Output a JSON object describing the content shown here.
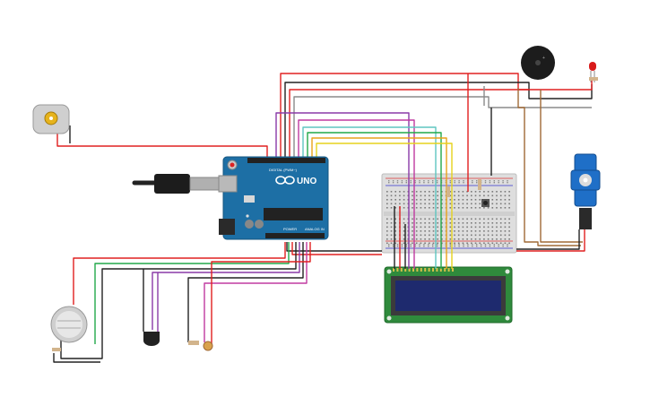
{
  "arduino": {
    "brand": "UNO",
    "digital_label": "DIGITAL (PWM~)",
    "power_label": "POWER",
    "analog_label": "ANALOG IN"
  },
  "colors": {
    "background": "#ffffff",
    "arduino_board": "#1d6fa5",
    "breadboard": "#dcdcdc",
    "lcd_pcb": "#2f8a3c",
    "lcd_screen": "#1e2a6e",
    "wire_red": "#e02020",
    "wire_black": "#222222",
    "wire_green": "#22a84a",
    "wire_purple": "#8a3aa8",
    "wire_magenta": "#c03aa0",
    "wire_orange": "#e9a21a",
    "wire_yellow": "#e5d21d",
    "wire_teal": "#5ec6c0",
    "wire_brown": "#a06a36",
    "wire_gray": "#8a8a8a",
    "servo_blue": "#1f6fc7",
    "led_red": "#d81a1a"
  },
  "components": [
    {
      "name": "arduino-uno",
      "icon": "microcontroller-board-icon"
    },
    {
      "name": "usb-cable",
      "icon": "usb-plug-icon"
    },
    {
      "name": "dc-motor",
      "icon": "motor-icon"
    },
    {
      "name": "piezo-buzzer",
      "icon": "buzzer-icon"
    },
    {
      "name": "red-led",
      "icon": "led-icon"
    },
    {
      "name": "micro-servo",
      "icon": "servo-icon"
    },
    {
      "name": "breadboard",
      "icon": "breadboard-icon"
    },
    {
      "name": "lcd-16x2",
      "icon": "lcd-display-icon"
    },
    {
      "name": "gas-sensor",
      "icon": "gas-sensor-icon"
    },
    {
      "name": "temperature-sensor",
      "icon": "temperature-sensor-icon"
    },
    {
      "name": "photoresistor",
      "icon": "photoresistor-icon"
    },
    {
      "name": "pushbutton",
      "icon": "pushbutton-icon"
    }
  ]
}
